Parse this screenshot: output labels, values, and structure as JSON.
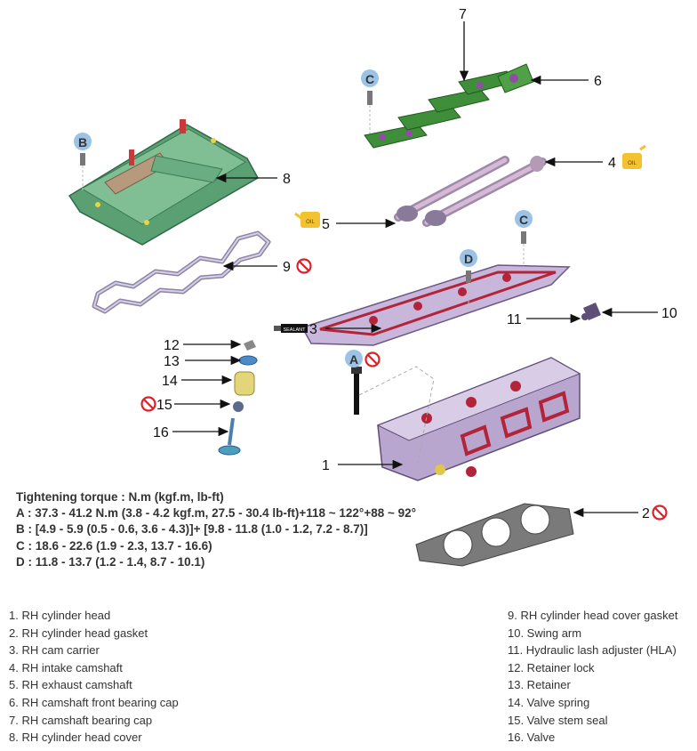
{
  "torque": {
    "title": "Tightening torque : N.m (kgf.m, lb-ft)",
    "lines": [
      "A : 37.3 - 41.2 N.m (3.8 - 4.2 kgf.m, 27.5 - 30.4 lb-ft)+118 ~ 122°+88 ~ 92°",
      "B : [4.9 - 5.9 (0.5 - 0.6, 3.6 - 4.3)]+ [9.8 - 11.8 (1.0 - 1.2, 7.2 - 8.7)]",
      "C : 18.6 - 22.6 (1.9 - 2.3, 13.7 - 16.6)",
      "D : 11.8 - 13.7 (1.2 - 1.4, 8.7 - 10.1)"
    ]
  },
  "legend_left": [
    "1. RH cylinder head",
    "2. RH cylinder head gasket",
    "3. RH cam carrier",
    "4. RH intake camshaft",
    "5. RH exhaust camshaft",
    "6. RH camshaft front bearing cap",
    "7. RH camshaft bearing cap",
    "8. RH cylinder head cover"
  ],
  "legend_right": [
    "9. RH cylinder head cover gasket",
    "10. Swing arm",
    "11. Hydraulic lash adjuster (HLA)",
    "12. Retainer lock",
    "13. Retainer",
    "14. Valve spring",
    "15. Valve stem seal",
    "16. Valve"
  ],
  "callouts": {
    "n1": "1",
    "n2": "2",
    "n3": "3",
    "n4": "4",
    "n5": "5",
    "n6": "6",
    "n7": "7",
    "n8": "8",
    "n9": "9",
    "n10": "10",
    "n11": "11",
    "n12": "12",
    "n13": "13",
    "n14": "14",
    "n15": "15",
    "n16": "16"
  },
  "bolt_letters": {
    "a": "A",
    "b": "B",
    "c1": "C",
    "c2": "C",
    "d": "D"
  },
  "tags": {
    "sealant": "SEALANT",
    "oil": "OIL"
  },
  "colors": {
    "cover_green": "#5aa073",
    "head_lilac": "#b9a6cf",
    "gasket_red": "#b3243a",
    "bearing_green": "#3f8f3a",
    "bolt_badge": "#9cc3e6",
    "no_reuse_red": "#d9232a",
    "oil_yellow": "#f2c230"
  }
}
